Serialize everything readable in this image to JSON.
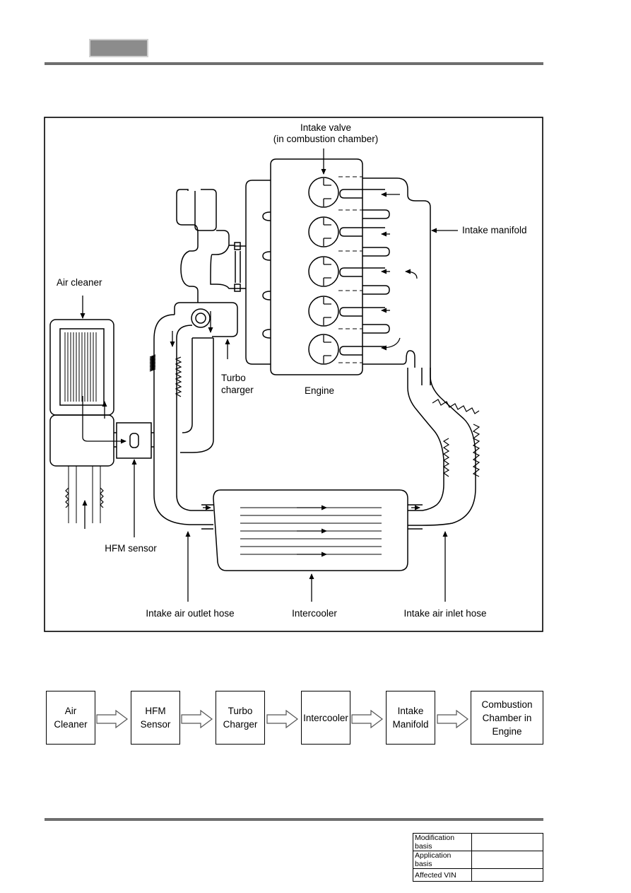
{
  "diagram": {
    "labels": {
      "intake_valve_line1": "Intake valve",
      "intake_valve_line2": "(in combustion chamber)",
      "intake_manifold": "Intake manifold",
      "air_cleaner": "Air cleaner",
      "turbo_line1": "Turbo",
      "turbo_line2": "charger",
      "engine": "Engine",
      "hfm_sensor": "HFM sensor",
      "intake_air_outlet_hose": "Intake air outlet hose",
      "intercooler": "Intercooler",
      "intake_air_inlet_hose": "Intake air inlet hose"
    }
  },
  "flow": {
    "steps": [
      "Air\nCleaner",
      "HFM\nSensor",
      "Turbo\nCharger",
      "Intercooler",
      "Intake\nManifold",
      "Combustion\nChamber in\nEngine"
    ]
  },
  "revision_table": {
    "rows": [
      {
        "label": "Modification basis",
        "value": ""
      },
      {
        "label": "Application basis",
        "value": ""
      },
      {
        "label": "Affected VIN",
        "value": ""
      }
    ]
  }
}
